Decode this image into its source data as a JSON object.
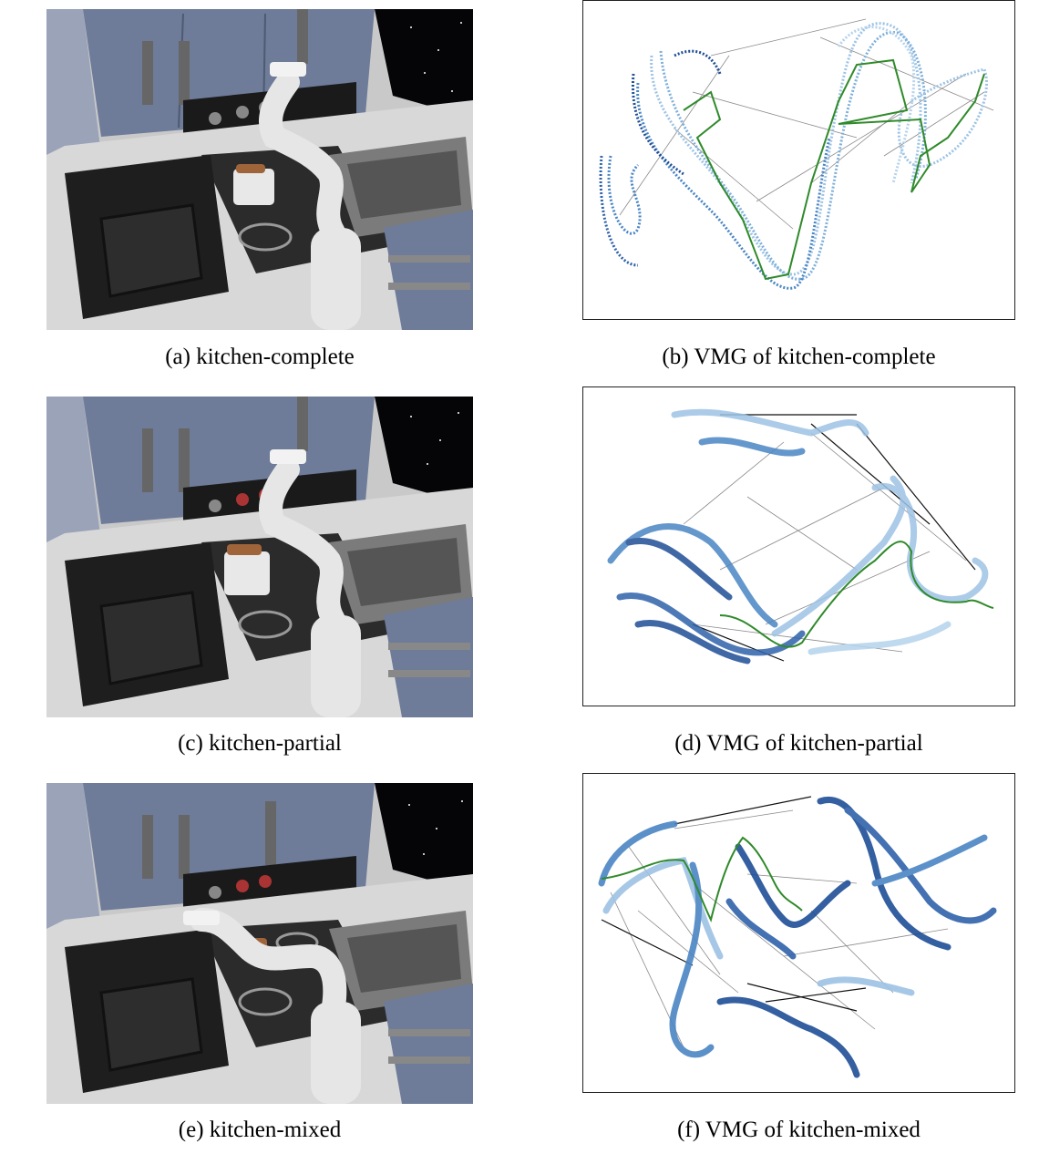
{
  "figure": {
    "panels": [
      {
        "id": "a",
        "caption": "(a) kitchen-complete"
      },
      {
        "id": "b",
        "caption": "(b) VMG of kitchen-complete"
      },
      {
        "id": "c",
        "caption": "(c) kitchen-partial"
      },
      {
        "id": "d",
        "caption": "(d) VMG of kitchen-partial"
      },
      {
        "id": "e",
        "caption": "(e) kitchen-mixed"
      },
      {
        "id": "f",
        "caption": "(f) VMG of kitchen-mixed"
      }
    ],
    "colors": {
      "trajectory_dark": "#1f4e96",
      "trajectory_mid": "#4a85c4",
      "trajectory_light": "#9dc3e4",
      "edge_gray": "#8a8a8a",
      "edge_black": "#111111",
      "path_green": "#2f8a2a",
      "cabinet": "#6e7c99",
      "counter": "#2b2b2b",
      "floor": "#d8d8d8",
      "space": "#050508",
      "robot": "#e6e6e6"
    }
  }
}
